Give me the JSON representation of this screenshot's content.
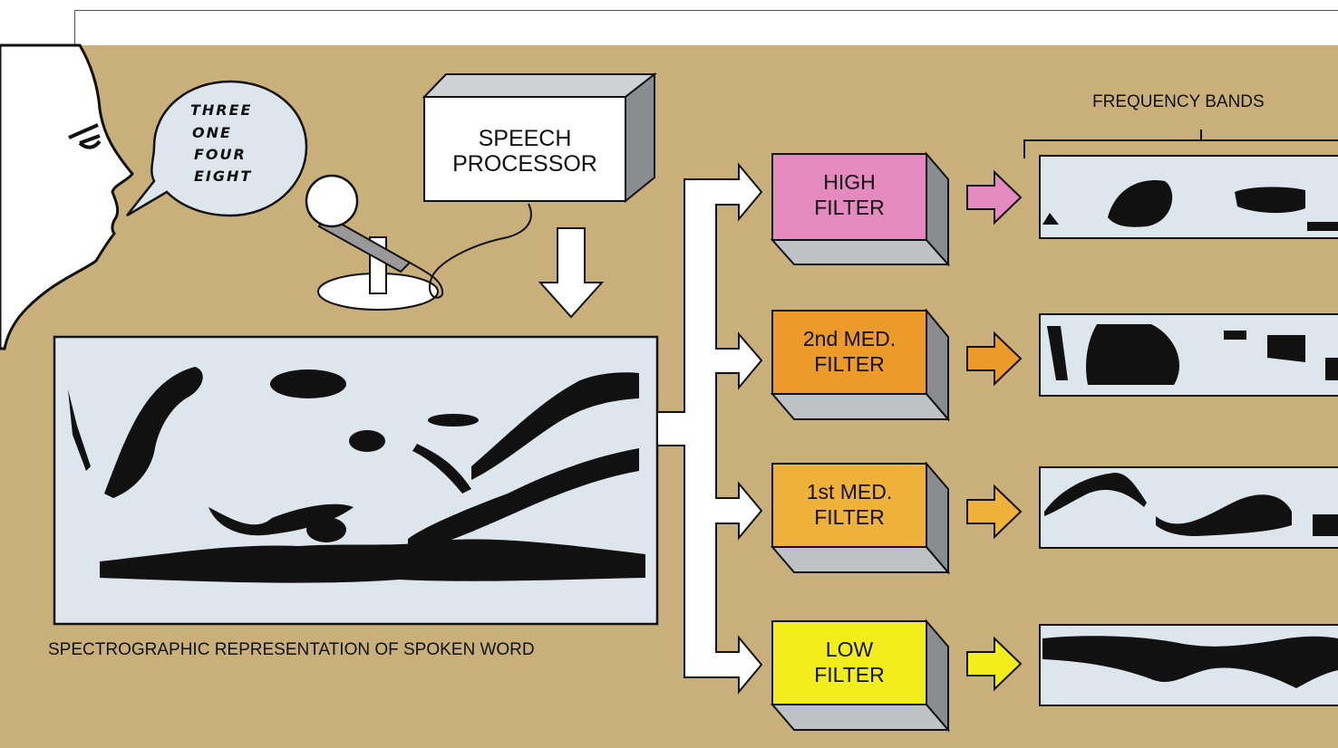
{
  "speech_bubble": {
    "words": [
      "THREE",
      "ONE",
      "FOUR",
      "EIGHT"
    ]
  },
  "processor": {
    "line1": "SPEECH",
    "line2": "PROCESSOR"
  },
  "spectrogram_caption": "SPECTROGRAPHIC REPRESENTATION OF SPOKEN WORD",
  "frequency_bands_label": "FREQUENCY BANDS",
  "filters": [
    {
      "line1": "HIGH",
      "line2": "FILTER",
      "color": "#e58ac0"
    },
    {
      "line1": "2nd MED.",
      "line2": "FILTER",
      "color": "#ec9a2a"
    },
    {
      "line1": "1st MED.",
      "line2": "FILTER",
      "color": "#eeb23a"
    },
    {
      "line1": "LOW",
      "line2": "FILTER",
      "color": "#f2ee1c"
    }
  ],
  "colors": {
    "background": "#c9b07a",
    "panel": "#dde6ec",
    "ink": "#111111"
  }
}
